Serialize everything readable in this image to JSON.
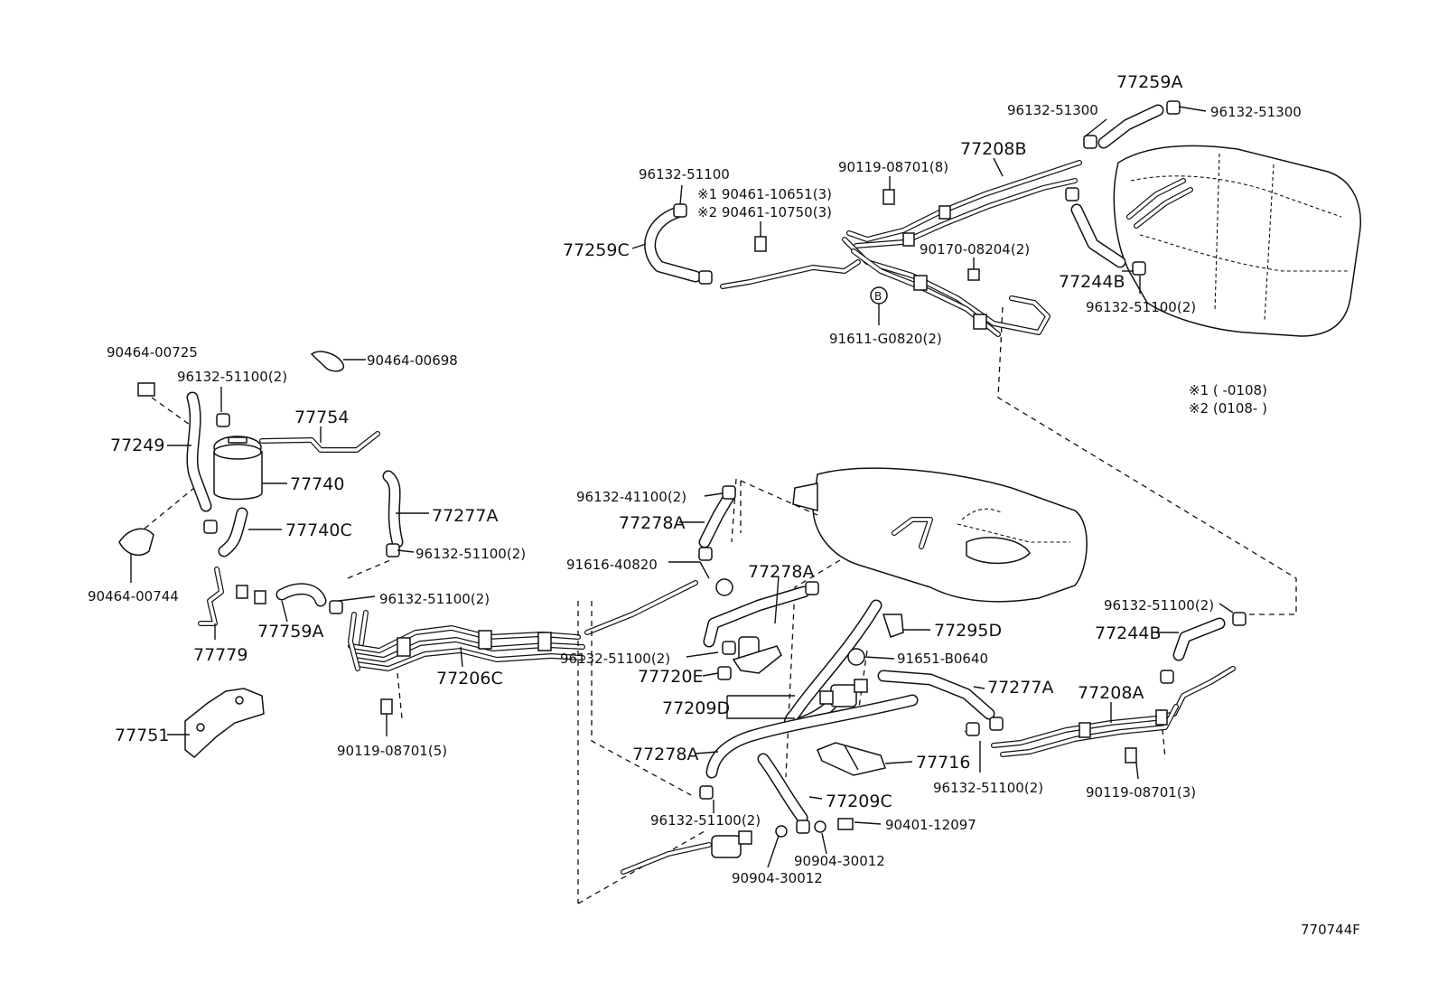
{
  "callouts": {
    "p77259A": "77259A",
    "p96132_51300_a": "96132-51300",
    "p96132_51300_b": "96132-51300",
    "p77208B": "77208B",
    "p90119_08701_8": "90119-08701(8)",
    "p96132_51100_top": "96132-51100",
    "p90461_10651": "※1 90461-10651(3)",
    "p90461_10750": "※2 90461-10750(3)",
    "p77259C": "77259C",
    "p90170_08204": "90170-08204(2)",
    "p77244B_top": "77244B",
    "p96132_51100_2_top": "96132-51100(2)",
    "p91611": "91611-G0820(2)",
    "note1": "※1 (      -0108)",
    "note2": "※2 (0108-      )",
    "p90464_00725": "90464-00725",
    "p90464_00698": "90464-00698",
    "p96132_51100_2_a": "96132-51100(2)",
    "p77754": "77754",
    "p77249": "77249",
    "p77740": "77740",
    "p77740C": "77740C",
    "p77277A_left": "77277A",
    "p96132_51100_2_b": "96132-51100(2)",
    "p90464_00744": "90464-00744",
    "p96132_51100_2_c": "96132-51100(2)",
    "p77779": "77779",
    "p77759A": "77759A",
    "p77206C": "77206C",
    "p77751": "77751",
    "p90119_08701_5": "90119-08701(5)",
    "p96132_41100": "96132-41100(2)",
    "p77278A_1": "77278A",
    "p91616": "91616-40820",
    "p77278A_2": "77278A",
    "p77295D": "77295D",
    "p96132_51100_2_d": "96132-51100(2)",
    "p91651": "91651-B0640",
    "p77720E": "77720E",
    "p77277A_mid": "77277A",
    "p77209D": "77209D",
    "p77278A_3": "77278A",
    "p77716": "77716",
    "p77209C": "77209C",
    "p96132_51100_2_e": "96132-51100(2)",
    "p90401": "90401-12097",
    "p90904_a": "90904-30012",
    "p90904_b": "90904-30012",
    "p96132_51100_2_f": "96132-51100(2)",
    "p77244B_right": "77244B",
    "p77208A": "77208A",
    "p96132_51100_2_g": "96132-51100(2)",
    "p90119_08701_3": "90119-08701(3)",
    "ref_b": "B",
    "diagram_id": "770744F"
  }
}
